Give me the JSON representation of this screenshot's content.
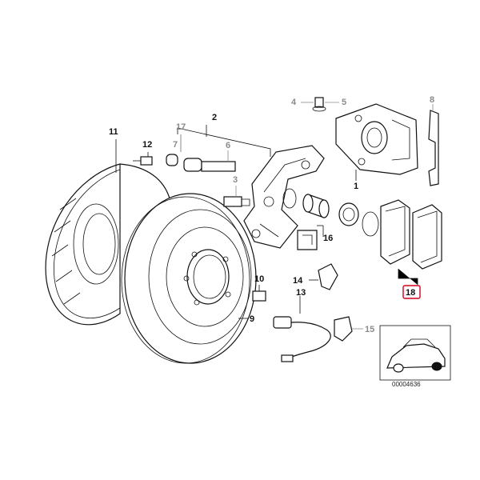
{
  "diagram": {
    "part_labels": {
      "p1": "1",
      "p2": "2",
      "p3": "3",
      "p4": "4",
      "p5": "5",
      "p6": "6",
      "p7": "7",
      "p8": "8",
      "p9": "9",
      "p10": "10",
      "p11": "11",
      "p12": "12",
      "p13": "13",
      "p14": "14",
      "p15": "15",
      "p16": "16",
      "p17": "17",
      "p18": "18"
    },
    "highlight_color": "#d0021b",
    "image_code": "00004636"
  }
}
